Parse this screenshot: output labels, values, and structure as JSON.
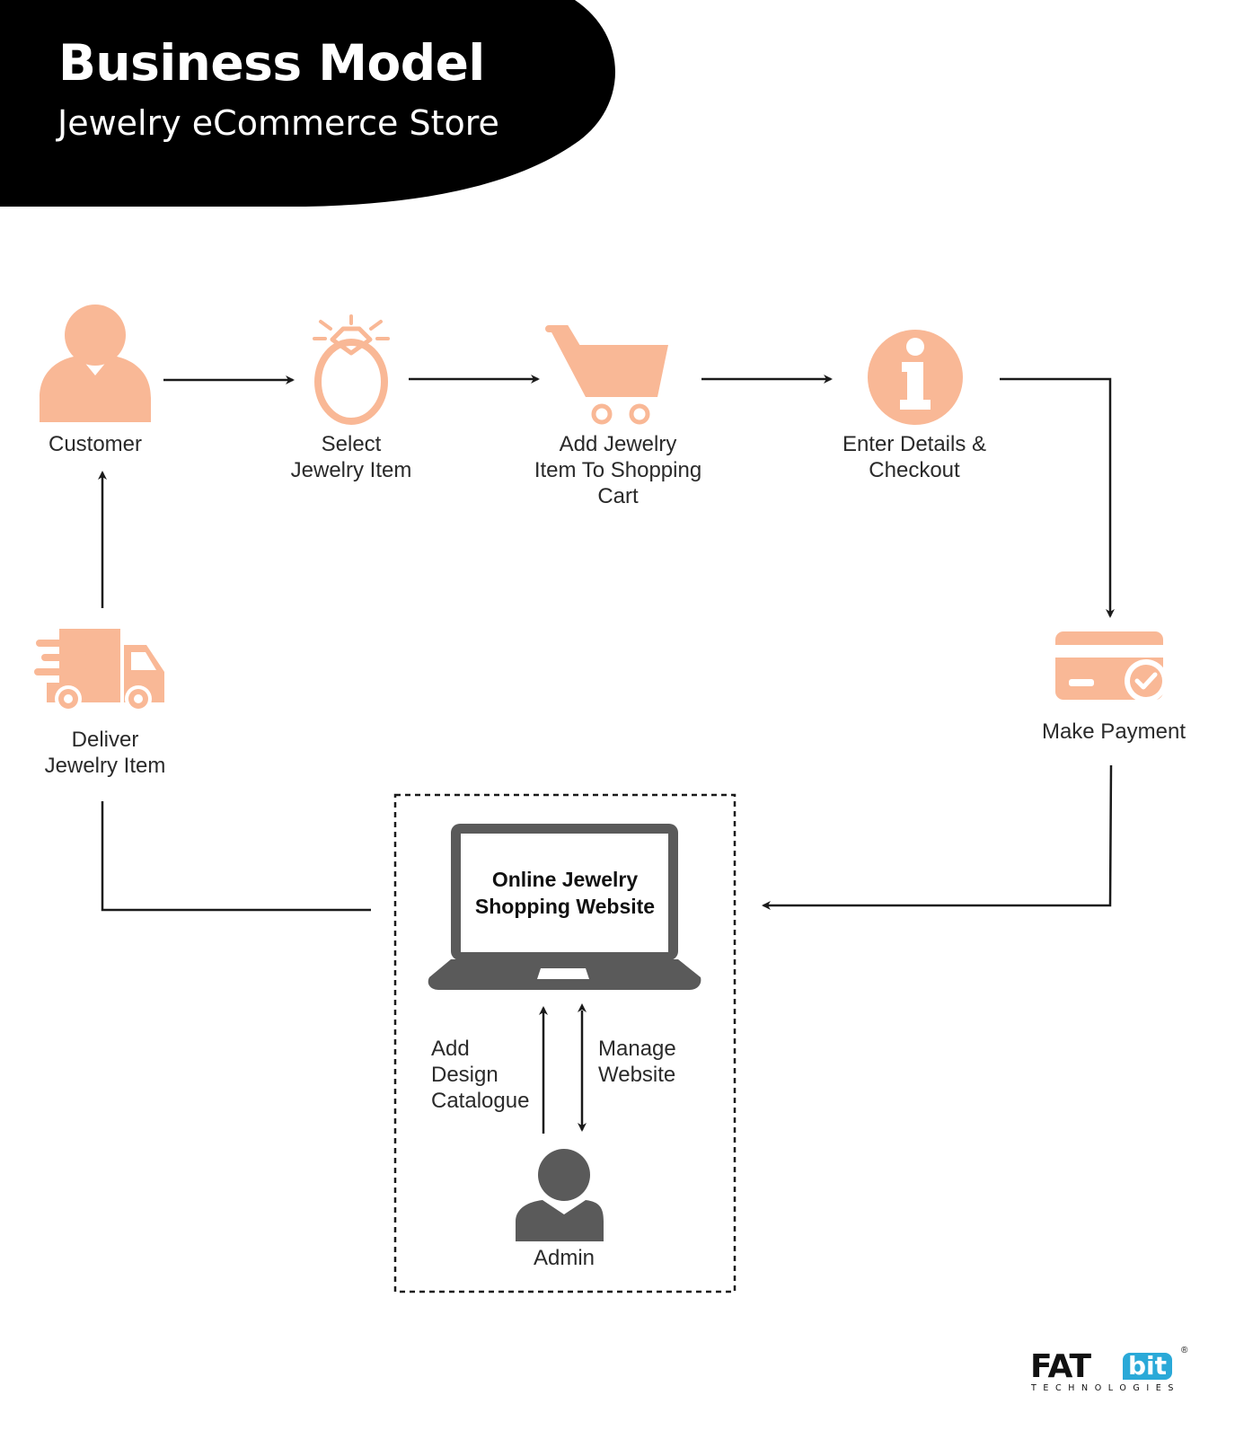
{
  "header": {
    "title": "Business Model",
    "subtitle": "Jewelry eCommerce Store"
  },
  "nodes": {
    "customer": "Customer",
    "select_item": "Select\nJewelry Item",
    "add_to_cart": "Add Jewelry\nItem To Shopping\nCart",
    "checkout": "Enter Details &\nCheckout",
    "payment": "Make Payment",
    "deliver": "Deliver\nJewelry Item",
    "website": "Online Jewelry\nShopping Website",
    "admin": "Admin"
  },
  "edges": {
    "add_catalogue": "Add\nDesign\nCatalogue",
    "manage_website": "Manage\nWebsite"
  },
  "logo": {
    "fat": "FAT",
    "bit": "bit",
    "registered": "®",
    "tagline": "TECHNOLOGIES"
  },
  "colors": {
    "header_bg": "#000000",
    "icon_fill": "#f9b896",
    "laptop_fill": "#5a5a5a",
    "arrow": "#1a1a1a",
    "logo_accent": "#2aa9d8"
  },
  "icons": {
    "customer": "user-icon",
    "select_item": "diamond-ring-icon",
    "add_to_cart": "shopping-cart-icon",
    "checkout": "info-icon",
    "payment": "credit-card-check-icon",
    "deliver": "delivery-truck-icon",
    "website": "laptop-icon",
    "admin": "admin-user-icon"
  }
}
